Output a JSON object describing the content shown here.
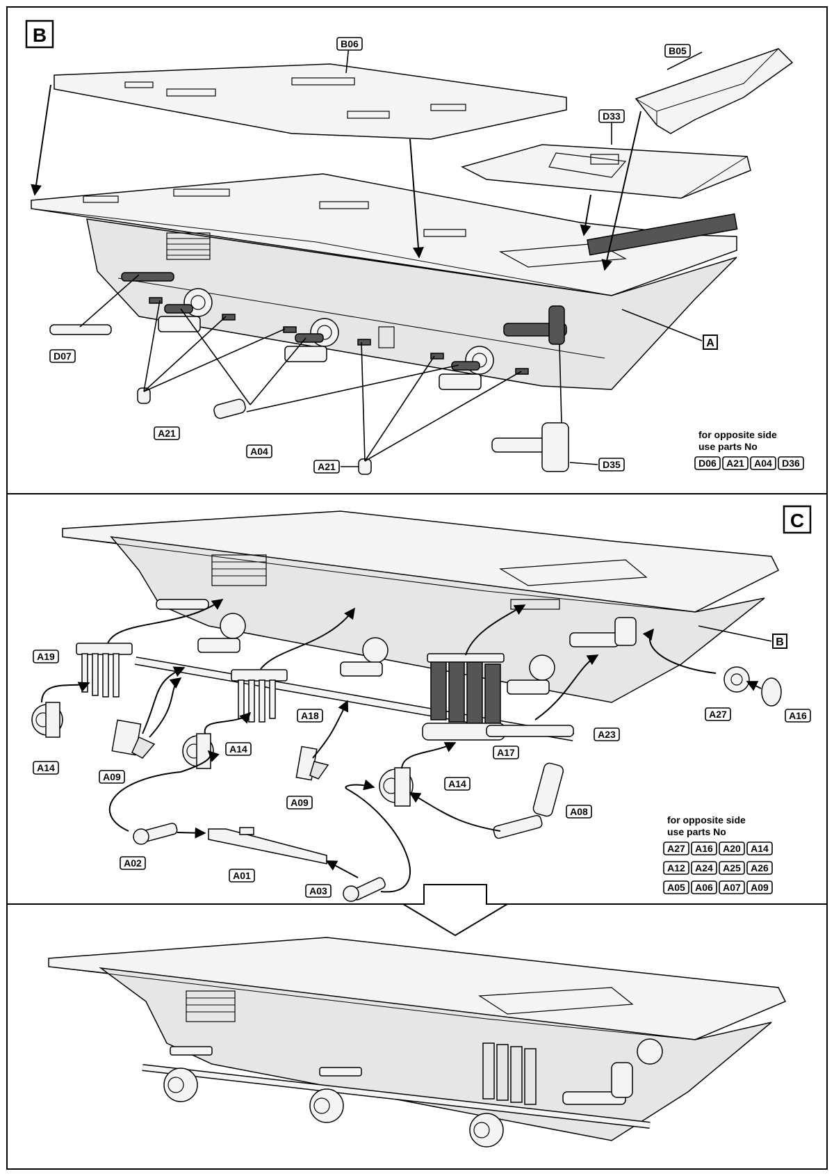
{
  "steps": [
    {
      "step": "B",
      "part_labels": {
        "B06": "B06",
        "B05": "B05",
        "D33": "D33",
        "A": "A",
        "D07": "D07",
        "A21a": "A21",
        "A04": "A04",
        "A21b": "A21",
        "D35": "D35"
      },
      "note": {
        "line1": "for opposite side",
        "line2": "use parts No",
        "parts": [
          "D06",
          "A21",
          "A04",
          "D36"
        ]
      }
    },
    {
      "step": "C",
      "part_labels": {
        "B": "B",
        "A19": "A19",
        "A27": "A27",
        "A16": "A16",
        "A18": "A18",
        "A14a": "A14",
        "A14b": "A14",
        "A14c": "A14",
        "A23": "A23",
        "A09a": "A09",
        "A17": "A17",
        "A09b": "A09",
        "A08": "A08",
        "A02": "A02",
        "A01": "A01",
        "A03": "A03"
      },
      "note": {
        "line1": "for opposite side",
        "line2": "use parts No",
        "parts": [
          "A27",
          "A16",
          "A20",
          "A14",
          "A12",
          "A24",
          "A25",
          "A26",
          "A05",
          "A06",
          "A07",
          "A09"
        ]
      }
    }
  ]
}
